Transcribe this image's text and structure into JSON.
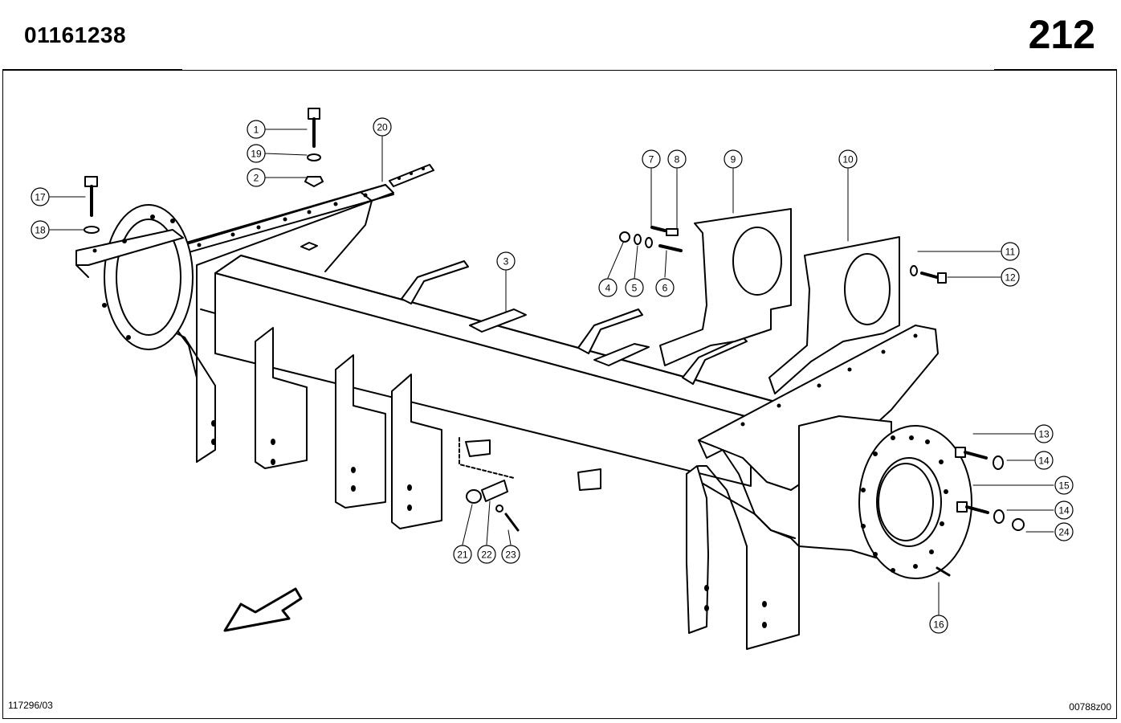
{
  "header": {
    "doc_number": "01161238",
    "page_number": "212"
  },
  "footer": {
    "left_code": "117296/03",
    "right_code": "00788z00"
  },
  "callouts": [
    {
      "id": "1",
      "label": "1"
    },
    {
      "id": "2",
      "label": "2"
    },
    {
      "id": "3",
      "label": "3"
    },
    {
      "id": "4",
      "label": "4"
    },
    {
      "id": "5",
      "label": "5"
    },
    {
      "id": "6",
      "label": "6"
    },
    {
      "id": "7",
      "label": "7"
    },
    {
      "id": "8",
      "label": "8"
    },
    {
      "id": "9",
      "label": "9"
    },
    {
      "id": "10",
      "label": "10"
    },
    {
      "id": "11",
      "label": "11"
    },
    {
      "id": "12",
      "label": "12"
    },
    {
      "id": "13",
      "label": "13"
    },
    {
      "id": "14a",
      "label": "14"
    },
    {
      "id": "14b",
      "label": "14"
    },
    {
      "id": "15",
      "label": "15"
    },
    {
      "id": "16",
      "label": "16"
    },
    {
      "id": "17",
      "label": "17"
    },
    {
      "id": "18",
      "label": "18"
    },
    {
      "id": "19",
      "label": "19"
    },
    {
      "id": "20",
      "label": "20"
    },
    {
      "id": "21",
      "label": "21"
    },
    {
      "id": "22",
      "label": "22"
    },
    {
      "id": "23",
      "label": "23"
    },
    {
      "id": "24",
      "label": "24"
    }
  ]
}
